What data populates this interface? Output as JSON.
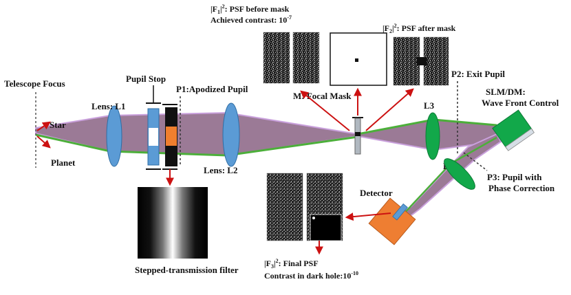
{
  "diagram": {
    "labels": {
      "telescope_focus": "Telescope Focus",
      "star": "Star",
      "planet": "Planet",
      "lens_l1": "Lens: L1",
      "pupil_stop": "Pupil Stop",
      "p1": "P1:Apodized  Pupil",
      "lens_l2": "Lens: L2",
      "f1_line1_pre": "|F",
      "f1_line1_sub": "1",
      "f1_line1_mid": "|",
      "f1_line1_sup": "2",
      "f1_line1_post": ": PSF before mask",
      "f1_line2_pre": "Achieved contrast:  10",
      "f1_line2_sup": "-7",
      "focal_mask": "M:  Focal Mask",
      "f2_pre": "|F",
      "f2_sub": "2",
      "f2_mid": "|",
      "f2_sup": "2",
      "f2_post": ": PSF after mask",
      "l3": "L3",
      "l4": "L4",
      "p2": "P2: Exit Pupil",
      "slm_line1": "SLM/DM:",
      "slm_line2": "Wave Front Control",
      "p3_line1": "P3: Pupil with",
      "p3_line2": "Phase Correction",
      "detector": "Detector",
      "f3_pre": "|F",
      "f3_sub": "3",
      "f3_mid": "|",
      "f3_sup": "2",
      "f3_post": ": Final PSF",
      "contrast_pre": "Contrast in dark hole:10",
      "contrast_sup": "-10",
      "stepped_filter": "Stepped-transmission  filter"
    },
    "colors": {
      "beam_fill": "#9b7a96",
      "beam_green": "#4caf3a",
      "beam_violet": "#c9a0dc",
      "lens_blue": "#5b9bd5",
      "lens_green": "#12a84a",
      "arrow_red": "#cc1111",
      "apodizer_orange": "#f07f2e",
      "detector_orange": "#ee7e32",
      "slm_green": "#12a84a",
      "ink": "#111111"
    }
  }
}
